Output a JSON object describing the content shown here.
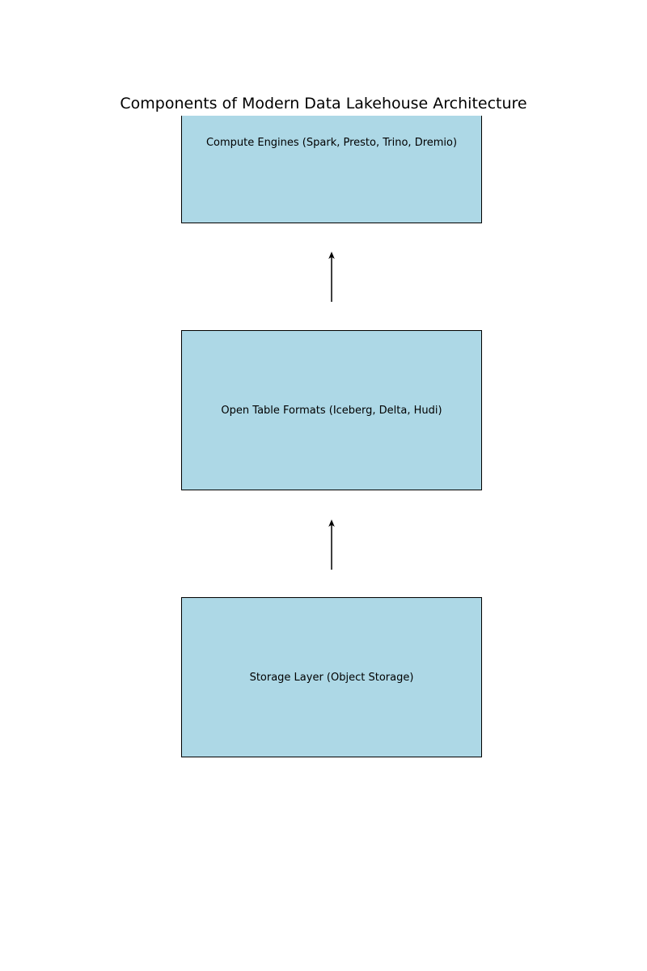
{
  "diagram": {
    "title": "Components of Modern Data Lakehouse Architecture",
    "type": "layered-architecture-flow",
    "layers": [
      {
        "id": "compute-engines",
        "label": "Compute Engines (Spark, Presto, Trino, Dremio)",
        "position": "top"
      },
      {
        "id": "open-table-formats",
        "label": "Open Table Formats (Iceberg, Delta, Hudi)",
        "position": "middle"
      },
      {
        "id": "storage-layer",
        "label": "Storage Layer (Object Storage)",
        "position": "bottom"
      }
    ],
    "arrows": [
      {
        "from": "storage-layer",
        "to": "open-table-formats",
        "direction": "up"
      },
      {
        "from": "open-table-formats",
        "to": "compute-engines",
        "direction": "up"
      }
    ],
    "colors": {
      "background": "#FFFFFF",
      "box_fill": "#ADD8E6",
      "box_border": "#000000",
      "arrow": "#000000",
      "text": "#000000"
    }
  }
}
